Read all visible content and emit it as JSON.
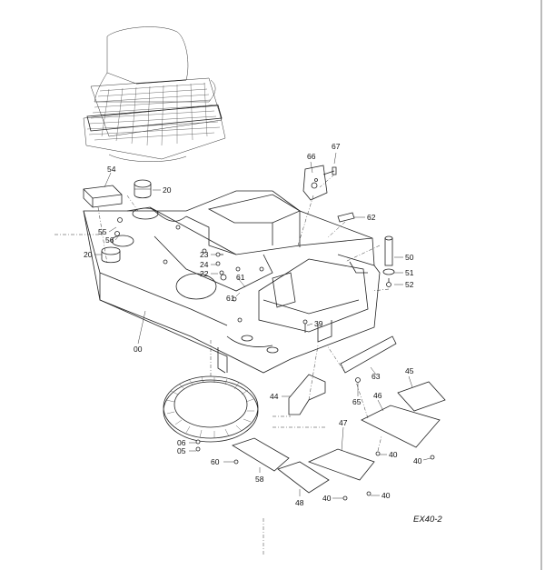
{
  "diagram": {
    "labels": [
      {
        "id": "66",
        "text": "66"
      },
      {
        "id": "67",
        "text": "67"
      },
      {
        "id": "54",
        "text": "54"
      },
      {
        "id": "20a",
        "text": "20"
      },
      {
        "id": "62",
        "text": "62"
      },
      {
        "id": "55",
        "text": "55"
      },
      {
        "id": "56",
        "text": "56"
      },
      {
        "id": "20b",
        "text": "20"
      },
      {
        "id": "23",
        "text": "23"
      },
      {
        "id": "24",
        "text": "24"
      },
      {
        "id": "22",
        "text": "22"
      },
      {
        "id": "50",
        "text": "50"
      },
      {
        "id": "51",
        "text": "51"
      },
      {
        "id": "52",
        "text": "52"
      },
      {
        "id": "61a",
        "text": "61"
      },
      {
        "id": "61b",
        "text": "61"
      },
      {
        "id": "39",
        "text": "39"
      },
      {
        "id": "00",
        "text": "00"
      },
      {
        "id": "63",
        "text": "63"
      },
      {
        "id": "45",
        "text": "45"
      },
      {
        "id": "65",
        "text": "65"
      },
      {
        "id": "44",
        "text": "44"
      },
      {
        "id": "46",
        "text": "46"
      },
      {
        "id": "47",
        "text": "47"
      },
      {
        "id": "06",
        "text": "06"
      },
      {
        "id": "05",
        "text": "05"
      },
      {
        "id": "40a",
        "text": "40"
      },
      {
        "id": "40b",
        "text": "40"
      },
      {
        "id": "60",
        "text": "60"
      },
      {
        "id": "58",
        "text": "58"
      },
      {
        "id": "48",
        "text": "48"
      },
      {
        "id": "40c",
        "text": "40"
      },
      {
        "id": "40d",
        "text": "40"
      }
    ],
    "model_code": "EX40-2"
  }
}
